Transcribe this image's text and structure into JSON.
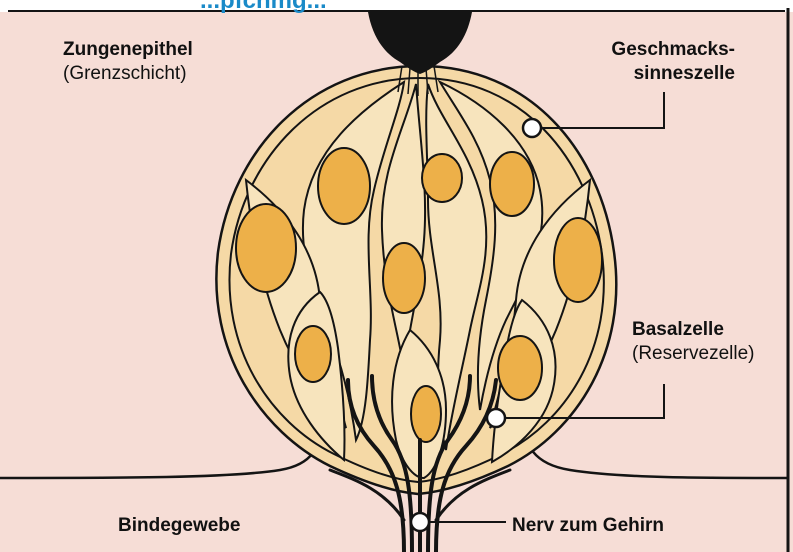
{
  "header": {
    "title_fragment": "...pfchmg..."
  },
  "labels": {
    "epithelium": {
      "title": "Zungenepithel",
      "sub": "(Grenzschicht)"
    },
    "taste_cell": {
      "line1": "Geschmacks-",
      "line2": "sinneszelle"
    },
    "basal_cell": {
      "title": "Basalzelle",
      "sub": "(Reservezelle)"
    },
    "connective": {
      "title": "Bindegewebe"
    },
    "nerve": {
      "title": "Nerv zum Gehirn"
    }
  },
  "colors": {
    "tissue": "#f6ddd6",
    "bud_fill": "#f5d9a6",
    "cell_fill": "#f7e4bd",
    "nucleus": "#edb049",
    "outline": "#141414"
  }
}
